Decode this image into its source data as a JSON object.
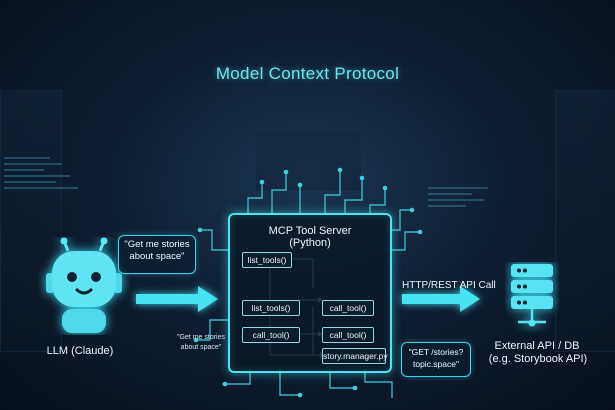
{
  "title": "Model Context Protocol",
  "llm": {
    "label": "LLM (Claude)",
    "bubble_line1": "\"Get me stories",
    "bubble_line2": "about space\""
  },
  "note": {
    "line1": "\"Get me stories",
    "line2": "about space\""
  },
  "server": {
    "title_line1": "MCP Tool Server",
    "title_line2": "(Python)",
    "boxes": {
      "list_tools_top": "list_tools()",
      "list_tools_mid": "list_tools()",
      "call_tool_right1": "call_tool()",
      "call_tool_left": "call_tool()",
      "call_tool_right2": "call_tool()",
      "story_manager": "story.manager.py"
    }
  },
  "http": {
    "label": "HTTP/REST API Call",
    "bubble_line1": "\"GET /stories?",
    "bubble_line2": "topic.space\""
  },
  "api": {
    "label_line1": "External API / DB",
    "label_line2": "(e.g. Storybook API)"
  },
  "colors": {
    "accent": "#4ee3f0",
    "text": "#e8f6ff",
    "background": "#0e1e31"
  },
  "icons": [
    "robot-icon",
    "database-server-icon",
    "arrow-right-icon"
  ]
}
